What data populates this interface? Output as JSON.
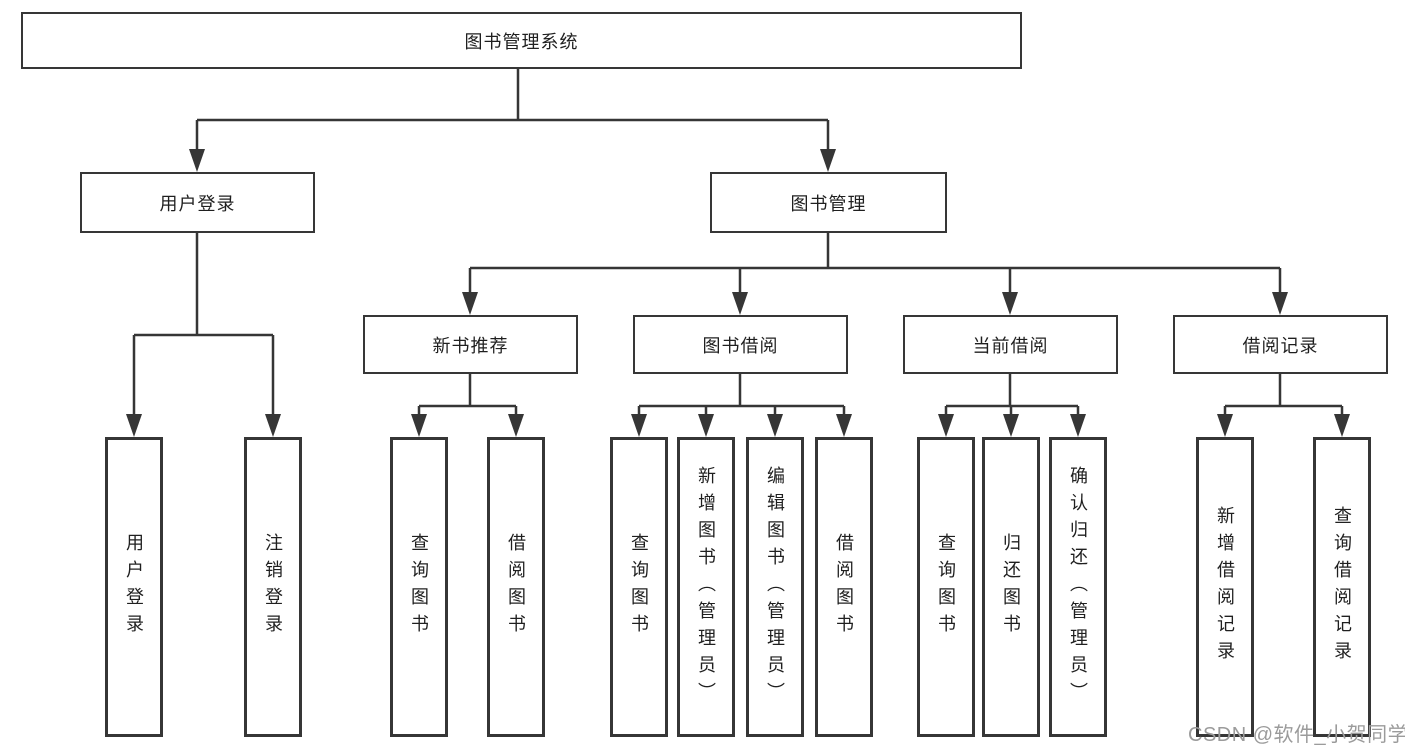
{
  "diagram": {
    "root_label": "图书管理系统",
    "level2": {
      "user_login": "用户登录",
      "book_management": "图书管理"
    },
    "level3": {
      "new_book_recommend": "新书推荐",
      "book_borrow": "图书借阅",
      "current_borrow": "当前借阅",
      "borrow_records": "借阅记录"
    },
    "leaves": {
      "user_login": [
        "用户登录",
        "注销登录"
      ],
      "new_book_recommend": [
        "查询图书",
        "借阅图书"
      ],
      "book_borrow": [
        "查询图书",
        "新增图书（管理员）",
        "编辑图书（管理员）",
        "借阅图书"
      ],
      "current_borrow": [
        "查询图书",
        "归还图书",
        "确认归还（管理员）"
      ],
      "borrow_records": [
        "新增借阅记录",
        "查询借阅记录"
      ]
    },
    "watermark": "CSDN @软件_小贺同学"
  },
  "colors": {
    "line": "#363636",
    "box_border": "#363636",
    "text": "#1f1f1f",
    "watermark": "#9b9b9b",
    "background": "#ffffff"
  }
}
